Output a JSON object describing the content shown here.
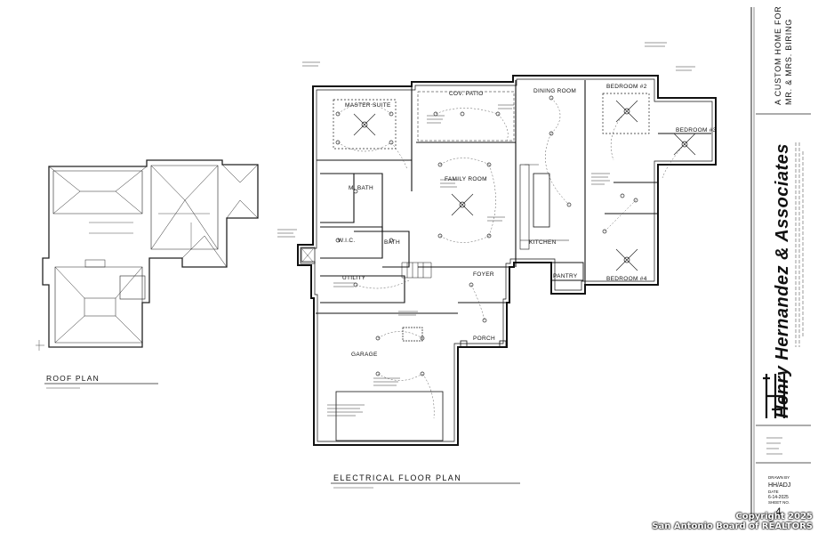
{
  "roof_plan": {
    "title": "ROOF  PLAN"
  },
  "floor_plan": {
    "title": "ELECTRICAL  FLOOR  PLAN",
    "rooms": {
      "master_suite": "MASTER SUITE",
      "cov_patio": "COV. PATIO",
      "dining_room": "DINING ROOM",
      "bedroom2": "BEDROOM #2",
      "bedroom3": "BEDROOM #3",
      "bedroom4": "BEDROOM #4",
      "family_room": "FAMILY ROOM",
      "m_bath": "M. BATH",
      "kitchen": "KITCHEN",
      "w_ic": "W.I.C.",
      "utility": "UTILITY",
      "foyer": "FOYER",
      "porch": "PORCH",
      "garage": "GARAGE",
      "pantry": "PANTRY",
      "bath": "BATH"
    }
  },
  "title_block": {
    "project_line1": "A CUSTOM HOME FOR",
    "project_line2": "MR. & MRS. BIRING",
    "firm": "Henry Hernandez & Associates",
    "drawn_by_label": "DRAWN BY",
    "drawn_by": "HH/ADJ",
    "date_label": "DATE",
    "date": "6-14-2025",
    "sheet_label": "SHEET NO.",
    "sheet_no": "4"
  },
  "watermark": {
    "line1": "Copyright 2025",
    "line2": "San Antonio Board of REALTORS"
  }
}
